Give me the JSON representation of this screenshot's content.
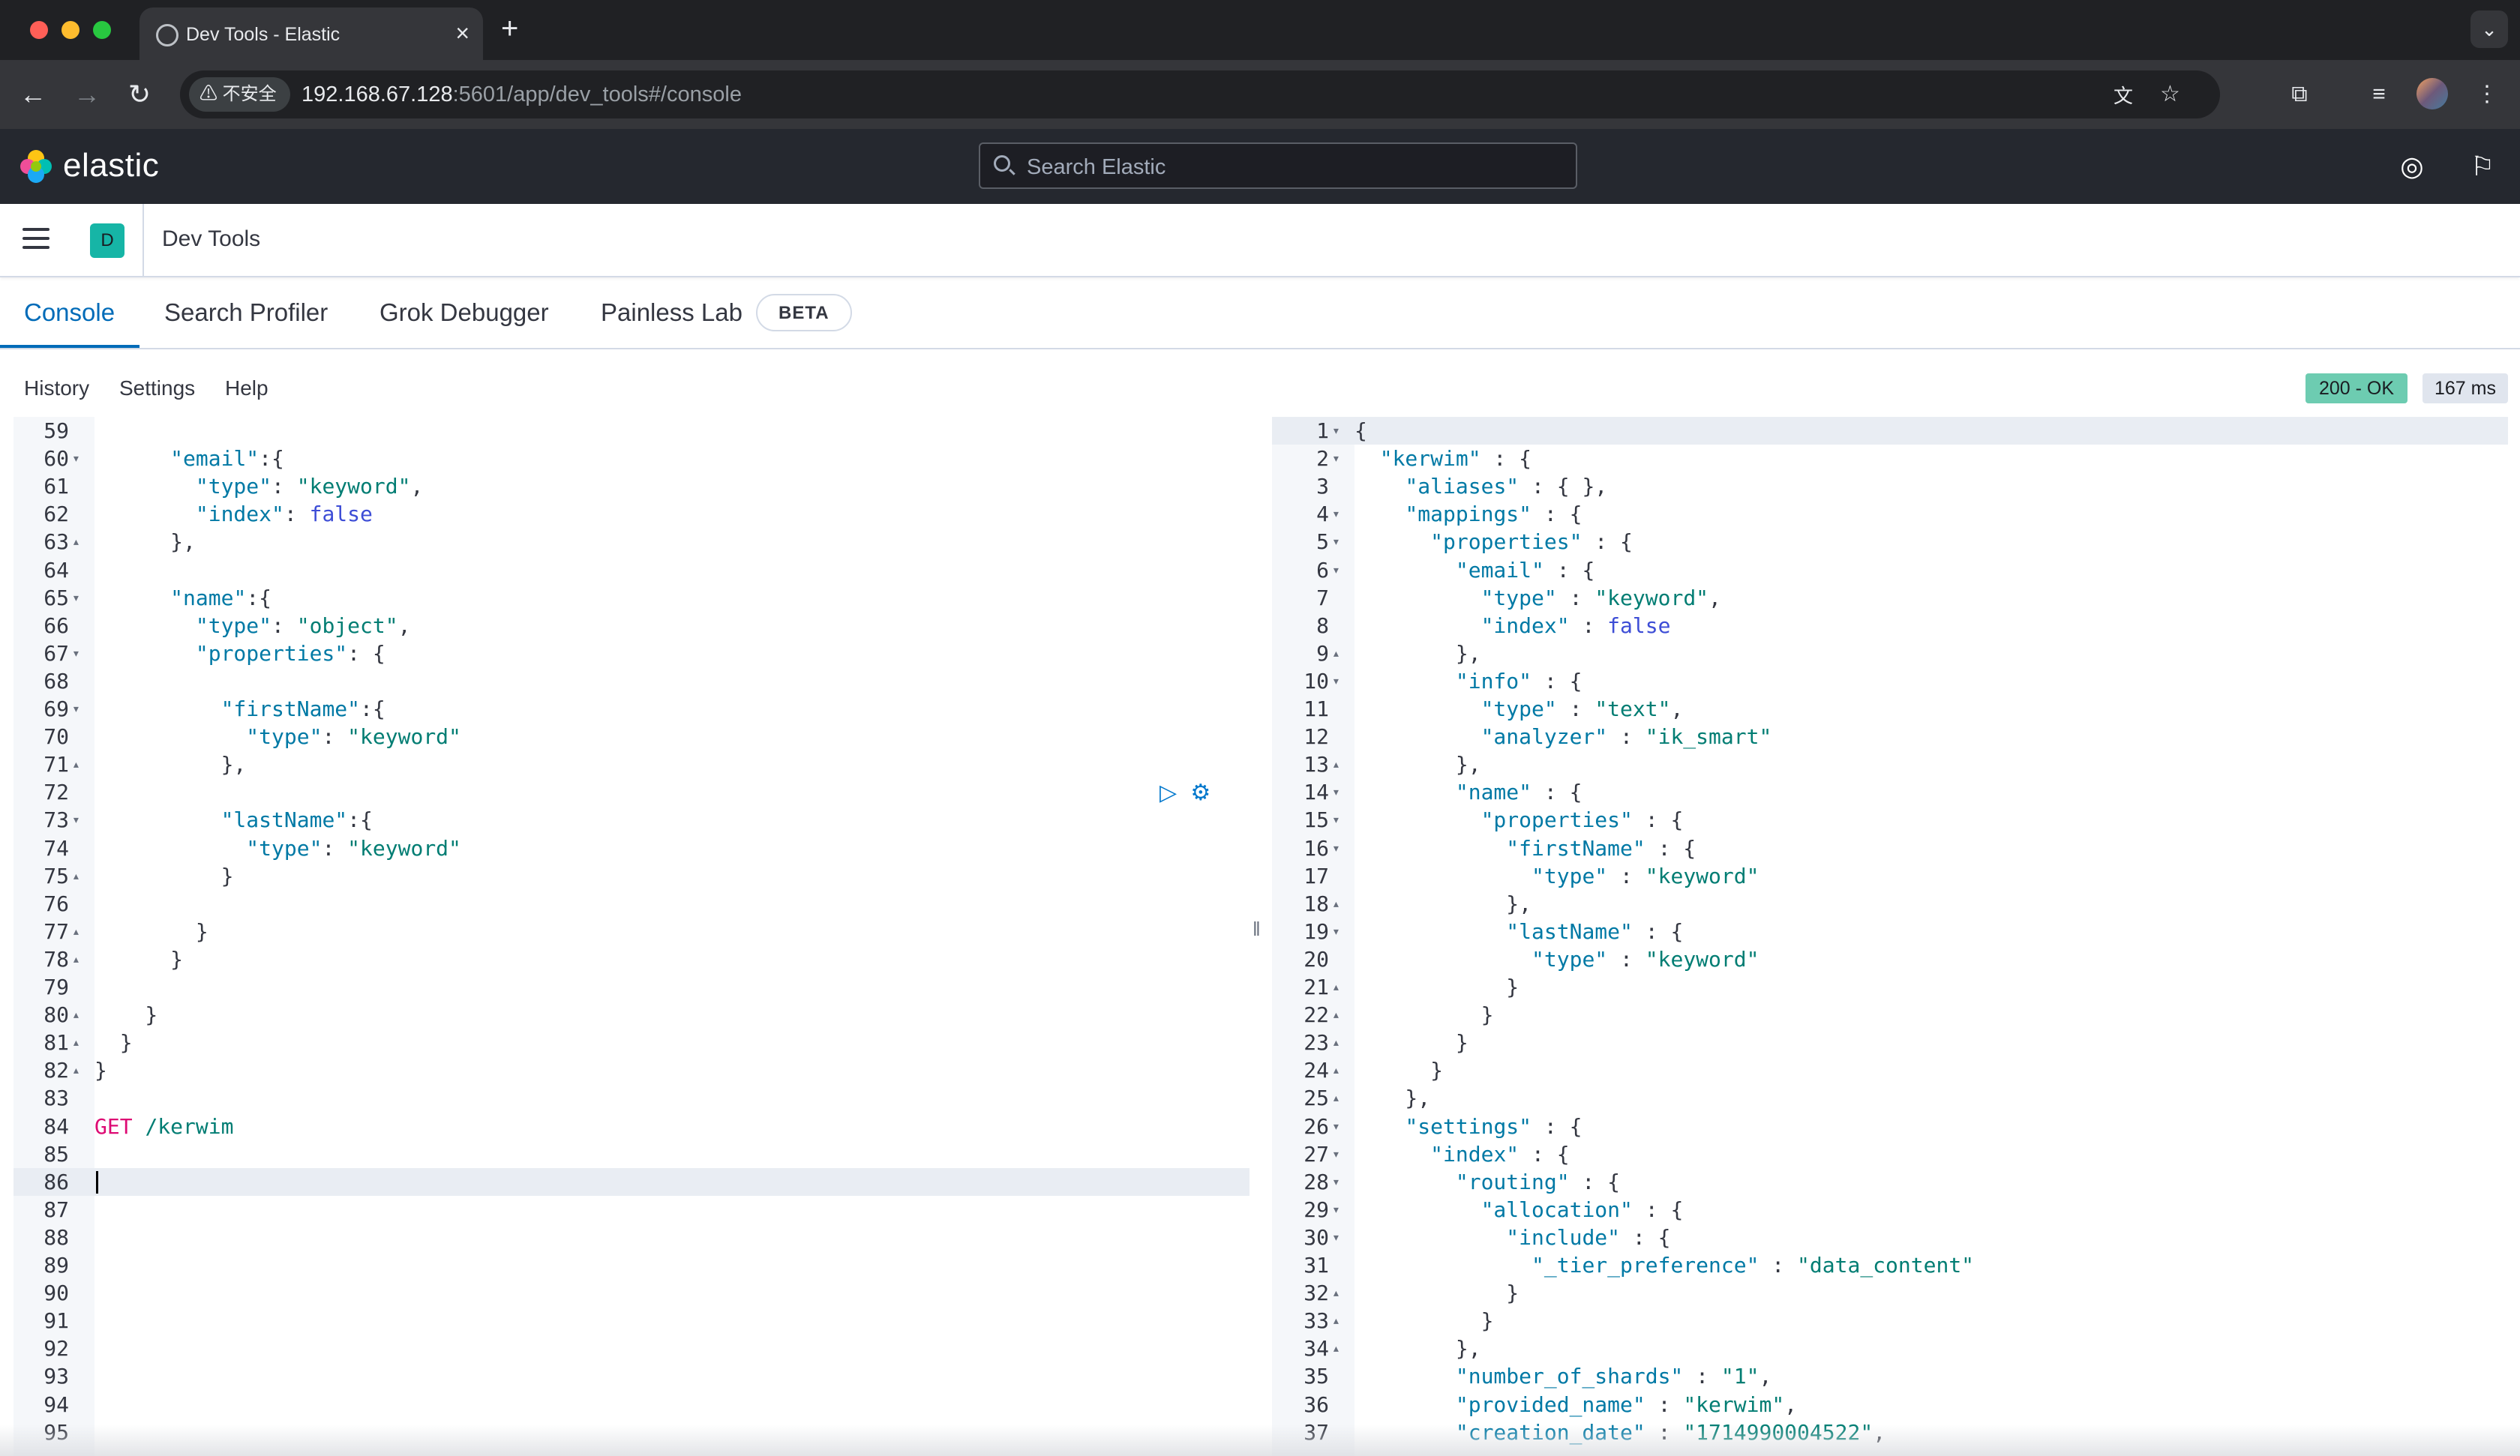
{
  "browser": {
    "tab_title": "Dev Tools - Elastic",
    "new_tab": "+",
    "close_tab": "×",
    "insecure_label": "⚠ 不安全",
    "url_host": "192.168.67.128",
    "url_rest": ":5601/app/dev_tools#/console"
  },
  "kibana": {
    "logo_text": "elastic",
    "search_placeholder": "Search Elastic",
    "space_initial": "D",
    "breadcrumb": "Dev Tools"
  },
  "tabs": [
    {
      "label": "Console"
    },
    {
      "label": "Search Profiler"
    },
    {
      "label": "Grok Debugger"
    },
    {
      "label": "Painless Lab"
    }
  ],
  "beta_badge": "BETA",
  "console_menu": {
    "history": "History",
    "settings": "Settings",
    "help": "Help"
  },
  "response_status": "200 - OK",
  "response_time": "167 ms",
  "colors": {
    "accent": "#006bb8",
    "status_ok": "#6dccb1",
    "kibana_header": "#25282f"
  },
  "request_editor": [
    {
      "n": "59",
      "fold": "",
      "indent": 0,
      "html": ""
    },
    {
      "n": "60",
      "fold": "▾",
      "html": "      <span class='k'>\"email\"</span>:{"
    },
    {
      "n": "61",
      "fold": "",
      "html": "        <span class='k'>\"type\"</span>: <span class='s'>\"keyword\"</span>,"
    },
    {
      "n": "62",
      "fold": "",
      "html": "        <span class='k'>\"index\"</span>: <span class='b'>false</span>"
    },
    {
      "n": "63",
      "fold": "▴",
      "html": "      },"
    },
    {
      "n": "64",
      "fold": "",
      "html": ""
    },
    {
      "n": "65",
      "fold": "▾",
      "html": "      <span class='k'>\"name\"</span>:{"
    },
    {
      "n": "66",
      "fold": "",
      "html": "        <span class='k'>\"type\"</span>: <span class='s'>\"object\"</span>,"
    },
    {
      "n": "67",
      "fold": "▾",
      "html": "        <span class='k'>\"properties\"</span>: {"
    },
    {
      "n": "68",
      "fold": "",
      "html": ""
    },
    {
      "n": "69",
      "fold": "▾",
      "html": "          <span class='k'>\"firstName\"</span>:{"
    },
    {
      "n": "70",
      "fold": "",
      "html": "            <span class='k'>\"type\"</span>: <span class='s'>\"keyword\"</span>"
    },
    {
      "n": "71",
      "fold": "▴",
      "html": "          },"
    },
    {
      "n": "72",
      "fold": "",
      "html": ""
    },
    {
      "n": "73",
      "fold": "▾",
      "html": "          <span class='k'>\"lastName\"</span>:{"
    },
    {
      "n": "74",
      "fold": "",
      "html": "            <span class='k'>\"type\"</span>: <span class='s'>\"keyword\"</span>"
    },
    {
      "n": "75",
      "fold": "▴",
      "html": "          }"
    },
    {
      "n": "76",
      "fold": "",
      "html": ""
    },
    {
      "n": "77",
      "fold": "▴",
      "html": "        }"
    },
    {
      "n": "78",
      "fold": "▴",
      "html": "      }"
    },
    {
      "n": "79",
      "fold": "",
      "html": ""
    },
    {
      "n": "80",
      "fold": "▴",
      "html": "    }"
    },
    {
      "n": "81",
      "fold": "▴",
      "html": "  }"
    },
    {
      "n": "82",
      "fold": "▴",
      "html": "}"
    },
    {
      "n": "83",
      "fold": "",
      "html": ""
    },
    {
      "n": "84",
      "fold": "",
      "html": "<span class='m'>GET</span> <span class='s'>/kerwim</span>"
    },
    {
      "n": "85",
      "fold": "",
      "html": ""
    },
    {
      "n": "86",
      "fold": "",
      "html": "",
      "hl": true,
      "cursor": true
    },
    {
      "n": "87",
      "fold": "",
      "html": ""
    },
    {
      "n": "88",
      "fold": "",
      "html": ""
    },
    {
      "n": "89",
      "fold": "",
      "html": ""
    },
    {
      "n": "90",
      "fold": "",
      "html": ""
    },
    {
      "n": "91",
      "fold": "",
      "html": ""
    },
    {
      "n": "92",
      "fold": "",
      "html": ""
    },
    {
      "n": "93",
      "fold": "",
      "html": ""
    },
    {
      "n": "94",
      "fold": "",
      "html": ""
    },
    {
      "n": "95",
      "fold": "",
      "html": ""
    }
  ],
  "response_editor": [
    {
      "n": "1",
      "fold": "▾",
      "html": "{",
      "hl": true
    },
    {
      "n": "2",
      "fold": "▾",
      "html": "  <span class='k'>\"kerwim\"</span> : {"
    },
    {
      "n": "3",
      "fold": "",
      "html": "    <span class='k'>\"aliases\"</span> : { },"
    },
    {
      "n": "4",
      "fold": "▾",
      "html": "    <span class='k'>\"mappings\"</span> : {"
    },
    {
      "n": "5",
      "fold": "▾",
      "html": "      <span class='k'>\"properties\"</span> : {"
    },
    {
      "n": "6",
      "fold": "▾",
      "html": "        <span class='k'>\"email\"</span> : {"
    },
    {
      "n": "7",
      "fold": "",
      "html": "          <span class='k'>\"type\"</span> : <span class='s'>\"keyword\"</span>,"
    },
    {
      "n": "8",
      "fold": "",
      "html": "          <span class='k'>\"index\"</span> : <span class='b'>false</span>"
    },
    {
      "n": "9",
      "fold": "▴",
      "html": "        },"
    },
    {
      "n": "10",
      "fold": "▾",
      "html": "        <span class='k'>\"info\"</span> : {"
    },
    {
      "n": "11",
      "fold": "",
      "html": "          <span class='k'>\"type\"</span> : <span class='s'>\"text\"</span>,"
    },
    {
      "n": "12",
      "fold": "",
      "html": "          <span class='k'>\"analyzer\"</span> : <span class='s'>\"ik_smart\"</span>"
    },
    {
      "n": "13",
      "fold": "▴",
      "html": "        },"
    },
    {
      "n": "14",
      "fold": "▾",
      "html": "        <span class='k'>\"name\"</span> : {"
    },
    {
      "n": "15",
      "fold": "▾",
      "html": "          <span class='k'>\"properties\"</span> : {"
    },
    {
      "n": "16",
      "fold": "▾",
      "html": "            <span class='k'>\"firstName\"</span> : {"
    },
    {
      "n": "17",
      "fold": "",
      "html": "              <span class='k'>\"type\"</span> : <span class='s'>\"keyword\"</span>"
    },
    {
      "n": "18",
      "fold": "▴",
      "html": "            },"
    },
    {
      "n": "19",
      "fold": "▾",
      "html": "            <span class='k'>\"lastName\"</span> : {"
    },
    {
      "n": "20",
      "fold": "",
      "html": "              <span class='k'>\"type\"</span> : <span class='s'>\"keyword\"</span>"
    },
    {
      "n": "21",
      "fold": "▴",
      "html": "            }"
    },
    {
      "n": "22",
      "fold": "▴",
      "html": "          }"
    },
    {
      "n": "23",
      "fold": "▴",
      "html": "        }"
    },
    {
      "n": "24",
      "fold": "▴",
      "html": "      }"
    },
    {
      "n": "25",
      "fold": "▴",
      "html": "    },"
    },
    {
      "n": "26",
      "fold": "▾",
      "html": "    <span class='k'>\"settings\"</span> : {"
    },
    {
      "n": "27",
      "fold": "▾",
      "html": "      <span class='k'>\"index\"</span> : {"
    },
    {
      "n": "28",
      "fold": "▾",
      "html": "        <span class='k'>\"routing\"</span> : {"
    },
    {
      "n": "29",
      "fold": "▾",
      "html": "          <span class='k'>\"allocation\"</span> : {"
    },
    {
      "n": "30",
      "fold": "▾",
      "html": "            <span class='k'>\"include\"</span> : {"
    },
    {
      "n": "31",
      "fold": "",
      "html": "              <span class='k'>\"_tier_preference\"</span> : <span class='s'>\"data_content\"</span>"
    },
    {
      "n": "32",
      "fold": "▴",
      "html": "            }"
    },
    {
      "n": "33",
      "fold": "▴",
      "html": "          }"
    },
    {
      "n": "34",
      "fold": "▴",
      "html": "        },"
    },
    {
      "n": "35",
      "fold": "",
      "html": "        <span class='k'>\"number_of_shards\"</span> : <span class='s'>\"1\"</span>,"
    },
    {
      "n": "36",
      "fold": "",
      "html": "        <span class='k'>\"provided_name\"</span> : <span class='s'>\"kerwim\"</span>,"
    },
    {
      "n": "37",
      "fold": "",
      "html": "        <span class='k'>\"creation_date\"</span> : <span class='s'>\"1714990004522\"</span>,"
    }
  ]
}
